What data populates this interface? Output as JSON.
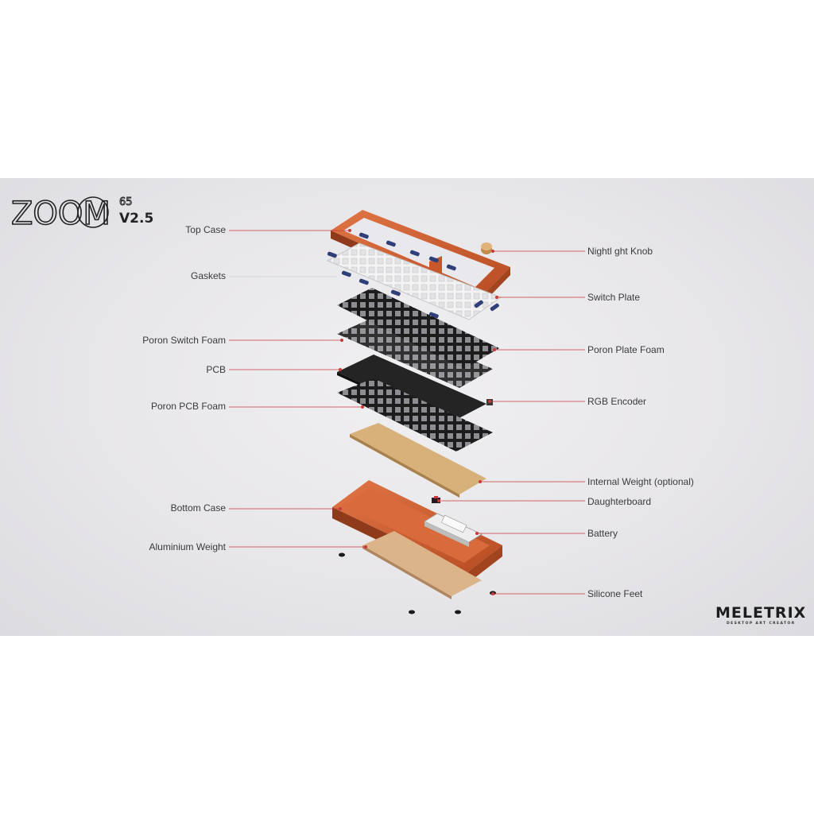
{
  "logo": {
    "product_text": "ZOOM",
    "size_text": "65",
    "version_text": "V2.5"
  },
  "brand": {
    "name": "MELETRIX",
    "tagline": "DESKTOP ART CREATOR"
  },
  "left_labels": {
    "top_case": "Top Case",
    "gaskets": "Gaskets",
    "poron_switch_foam": "Poron Switch Foam",
    "pcb": "PCB",
    "poron_pcb_foam": "Poron PCB Foam",
    "bottom_case": "Bottom Case",
    "aluminium_weight": "Aluminium Weight"
  },
  "right_labels": {
    "nightlight_knob": "Nightl ght Knob",
    "switch_plate": "Switch Plate",
    "poron_plate_foam": "Poron Plate Foam",
    "rgb_encoder": "RGB Encoder",
    "internal_weight": "Internal Weight (optional)",
    "daughterboard": "Daughterboard",
    "battery": "Battery",
    "silicone_feet": "Silicone Feet"
  },
  "colors": {
    "copper": "#c9572c",
    "copper_dark": "#8f3a1a",
    "leader_line": "#c83a3a",
    "brass": "#d8b07a",
    "foam_black": "#1e1e1e",
    "gasket_blue": "#2f3f7a"
  }
}
